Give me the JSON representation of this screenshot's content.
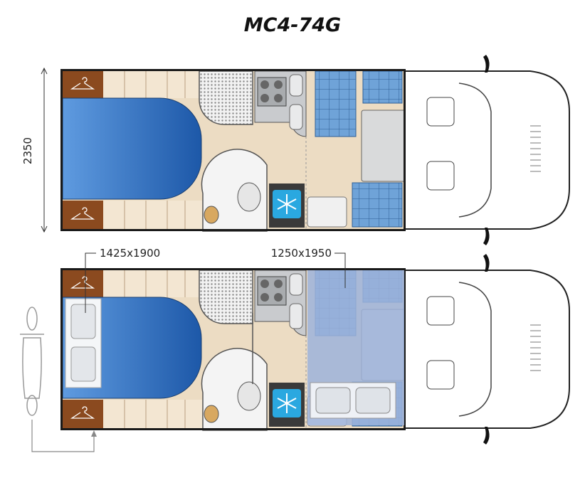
{
  "title": "MC4-74G",
  "dimensions": {
    "width": "2350",
    "rear_bed": "1425x1900",
    "front_bed": "1250x1950"
  },
  "colors": {
    "bed_blue": "#2a6cc0",
    "floor": "#ecdcc3",
    "wardrobe": "#8b4a1f",
    "upholstery": "#6fa3d8",
    "outline": "#1a1a1a"
  },
  "icons": [
    "hanger-icon",
    "snowflake-icon",
    "motorcycle-icon"
  ]
}
